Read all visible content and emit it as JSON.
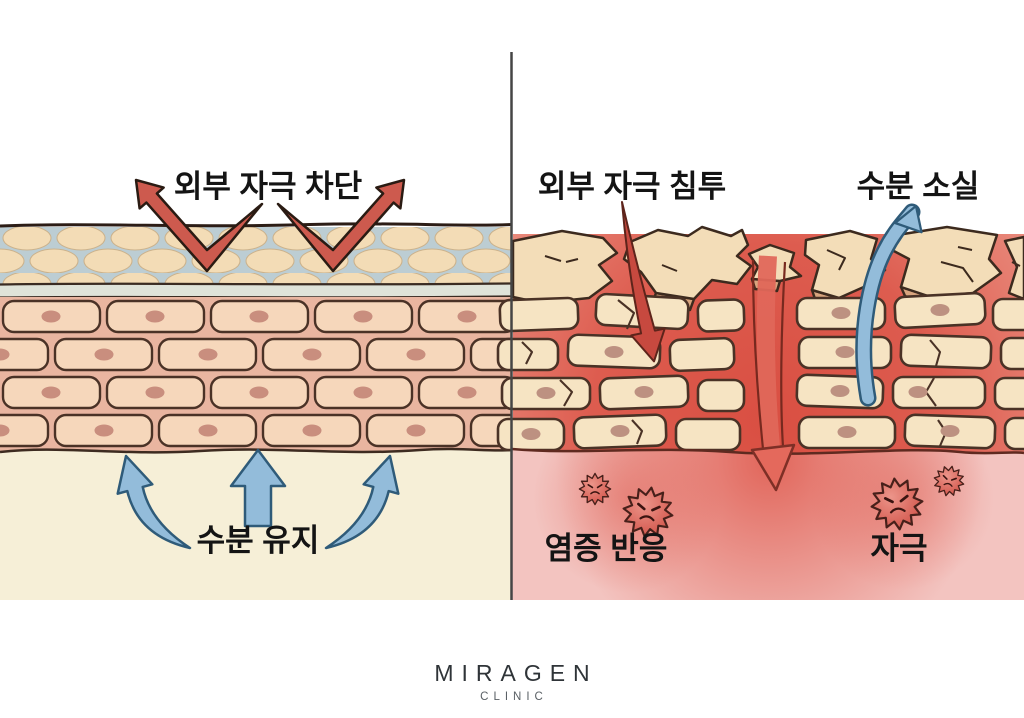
{
  "title": "Healthy vs damaged skin barrier infographic",
  "panel_left": {
    "name": "healthy-skin-barrier",
    "title": "외부 자극 차단",
    "bottom_label": "수분 유지",
    "icons": [
      "red-bounce-arrow",
      "red-bounce-arrow",
      "blue-up-arrow",
      "blue-up-arrow",
      "blue-up-arrow"
    ]
  },
  "panel_right": {
    "name": "damaged-skin-barrier",
    "title_penetration": "외부 자극 침투",
    "title_moisture_loss": "수분 소실",
    "label_inflammation": "염증 반응",
    "label_irritation": "자극",
    "icons": [
      "red-penetration-arrow",
      "red-penetration-arrow",
      "blue-escape-arrow",
      "germ-icon",
      "germ-icon",
      "germ-icon",
      "germ-icon"
    ]
  },
  "logo": {
    "name": "MIRAGEN",
    "subtitle": "CLINIC"
  },
  "colors": {
    "background": "#ffffff",
    "divider": "#454545",
    "text": "#141414",
    "cobble_base": "#bccdd3",
    "cobble_stone": "#f3dcb6",
    "band": "#dfe3d9",
    "brick_fill_left": "#f6d7bb",
    "brick_fill_right": "#f6e4c3",
    "brick_outline": "#4a3226",
    "brick_gap_left": "#e9b5a0",
    "nucleus": "#c98e7e",
    "dermis_left": "#f6efd7",
    "dermis_right": "#f3c4c0",
    "inflammation_red": "#dd5c4f",
    "arrow_red": "#cd5a4e",
    "arrow_blue": "#93bcda",
    "germ_fill": "#d4564c"
  }
}
